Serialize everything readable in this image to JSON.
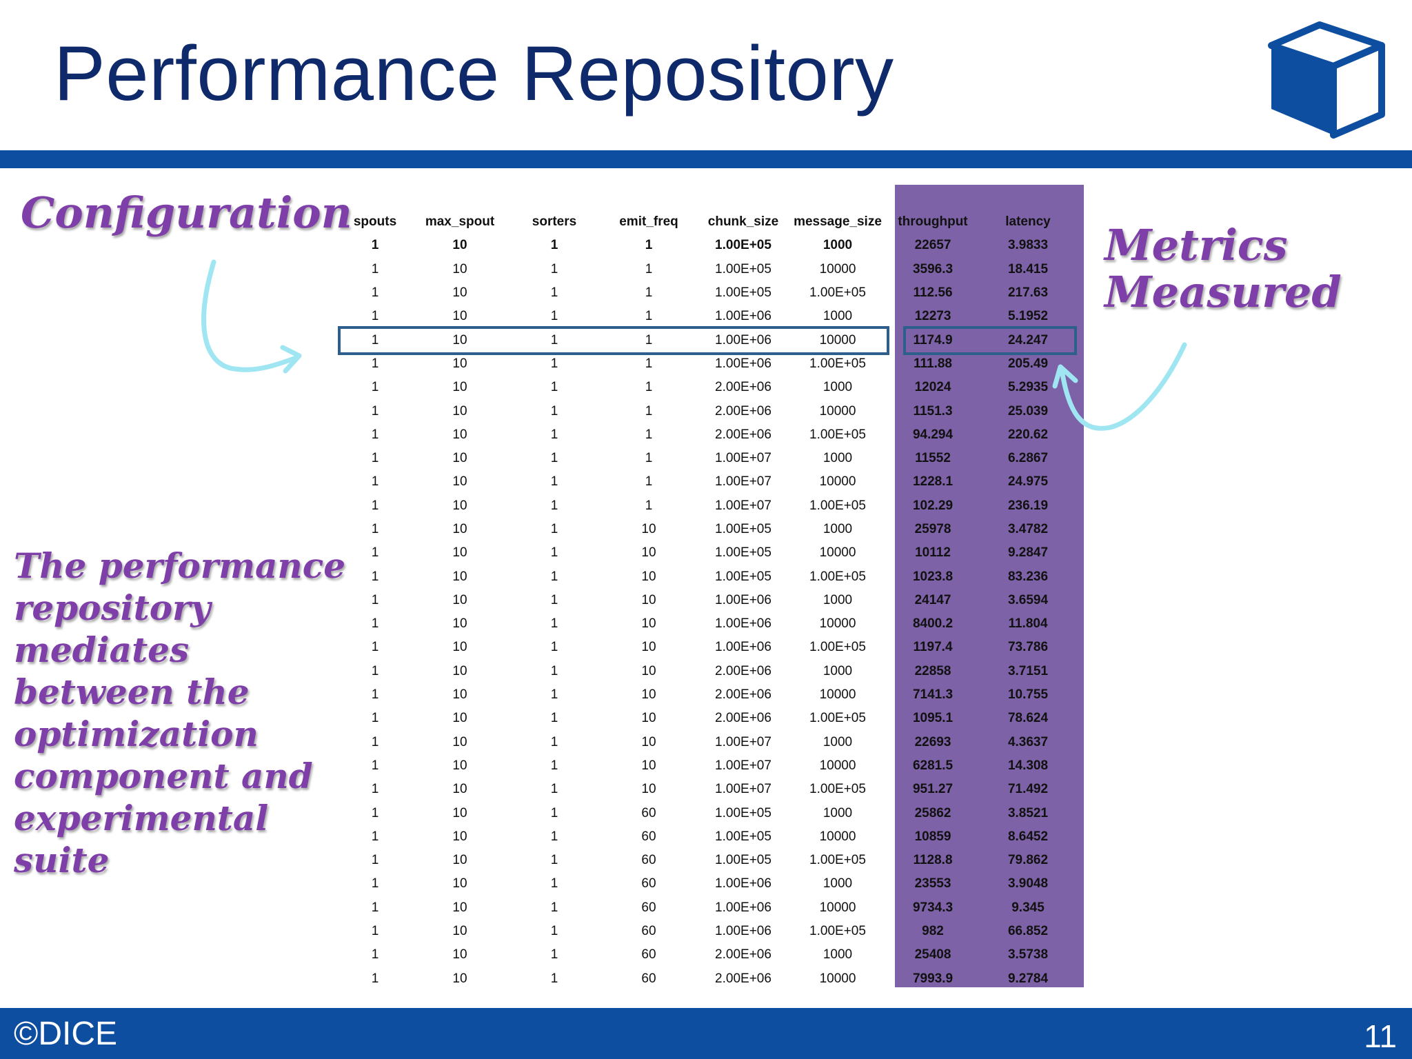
{
  "slide": {
    "title": "Performance Repository",
    "footer_left": "©DICE",
    "page_number": "11"
  },
  "annotations": {
    "configuration": "Configuration",
    "metrics_line1": "Metrics",
    "metrics_line2": "Measured",
    "description": "The performance repository mediates between the optimization component and experimental suite"
  },
  "colors": {
    "title": "#0f2a6b",
    "bar": "#0e4ea0",
    "purple_band": "#7e62a7",
    "handwriting": "#7e3fa8",
    "arrow": "#9fe6f2",
    "highlight_box": "#2e5f8c"
  },
  "table": {
    "headers": [
      "spouts",
      "max_spout",
      "sorters",
      "emit_freq",
      "chunk_size",
      "message_size",
      "throughput",
      "latency"
    ],
    "rows": [
      [
        "1",
        "10",
        "1",
        "1",
        "1.00E+05",
        "1000",
        "22657",
        "3.9833"
      ],
      [
        "1",
        "10",
        "1",
        "1",
        "1.00E+05",
        "10000",
        "3596.3",
        "18.415"
      ],
      [
        "1",
        "10",
        "1",
        "1",
        "1.00E+05",
        "1.00E+05",
        "112.56",
        "217.63"
      ],
      [
        "1",
        "10",
        "1",
        "1",
        "1.00E+06",
        "1000",
        "12273",
        "5.1952"
      ],
      [
        "1",
        "10",
        "1",
        "1",
        "1.00E+06",
        "10000",
        "1174.9",
        "24.247"
      ],
      [
        "1",
        "10",
        "1",
        "1",
        "1.00E+06",
        "1.00E+05",
        "111.88",
        "205.49"
      ],
      [
        "1",
        "10",
        "1",
        "1",
        "2.00E+06",
        "1000",
        "12024",
        "5.2935"
      ],
      [
        "1",
        "10",
        "1",
        "1",
        "2.00E+06",
        "10000",
        "1151.3",
        "25.039"
      ],
      [
        "1",
        "10",
        "1",
        "1",
        "2.00E+06",
        "1.00E+05",
        "94.294",
        "220.62"
      ],
      [
        "1",
        "10",
        "1",
        "1",
        "1.00E+07",
        "1000",
        "11552",
        "6.2867"
      ],
      [
        "1",
        "10",
        "1",
        "1",
        "1.00E+07",
        "10000",
        "1228.1",
        "24.975"
      ],
      [
        "1",
        "10",
        "1",
        "1",
        "1.00E+07",
        "1.00E+05",
        "102.29",
        "236.19"
      ],
      [
        "1",
        "10",
        "1",
        "10",
        "1.00E+05",
        "1000",
        "25978",
        "3.4782"
      ],
      [
        "1",
        "10",
        "1",
        "10",
        "1.00E+05",
        "10000",
        "10112",
        "9.2847"
      ],
      [
        "1",
        "10",
        "1",
        "10",
        "1.00E+05",
        "1.00E+05",
        "1023.8",
        "83.236"
      ],
      [
        "1",
        "10",
        "1",
        "10",
        "1.00E+06",
        "1000",
        "24147",
        "3.6594"
      ],
      [
        "1",
        "10",
        "1",
        "10",
        "1.00E+06",
        "10000",
        "8400.2",
        "11.804"
      ],
      [
        "1",
        "10",
        "1",
        "10",
        "1.00E+06",
        "1.00E+05",
        "1197.4",
        "73.786"
      ],
      [
        "1",
        "10",
        "1",
        "10",
        "2.00E+06",
        "1000",
        "22858",
        "3.7151"
      ],
      [
        "1",
        "10",
        "1",
        "10",
        "2.00E+06",
        "10000",
        "7141.3",
        "10.755"
      ],
      [
        "1",
        "10",
        "1",
        "10",
        "2.00E+06",
        "1.00E+05",
        "1095.1",
        "78.624"
      ],
      [
        "1",
        "10",
        "1",
        "10",
        "1.00E+07",
        "1000",
        "22693",
        "4.3637"
      ],
      [
        "1",
        "10",
        "1",
        "10",
        "1.00E+07",
        "10000",
        "6281.5",
        "14.308"
      ],
      [
        "1",
        "10",
        "1",
        "10",
        "1.00E+07",
        "1.00E+05",
        "951.27",
        "71.492"
      ],
      [
        "1",
        "10",
        "1",
        "60",
        "1.00E+05",
        "1000",
        "25862",
        "3.8521"
      ],
      [
        "1",
        "10",
        "1",
        "60",
        "1.00E+05",
        "10000",
        "10859",
        "8.6452"
      ],
      [
        "1",
        "10",
        "1",
        "60",
        "1.00E+05",
        "1.00E+05",
        "1128.8",
        "79.862"
      ],
      [
        "1",
        "10",
        "1",
        "60",
        "1.00E+06",
        "1000",
        "23553",
        "3.9048"
      ],
      [
        "1",
        "10",
        "1",
        "60",
        "1.00E+06",
        "10000",
        "9734.3",
        "9.345"
      ],
      [
        "1",
        "10",
        "1",
        "60",
        "1.00E+06",
        "1.00E+05",
        "982",
        "66.852"
      ],
      [
        "1",
        "10",
        "1",
        "60",
        "2.00E+06",
        "1000",
        "25408",
        "3.5738"
      ],
      [
        "1",
        "10",
        "1",
        "60",
        "2.00E+06",
        "10000",
        "7993.9",
        "9.2784"
      ]
    ]
  }
}
